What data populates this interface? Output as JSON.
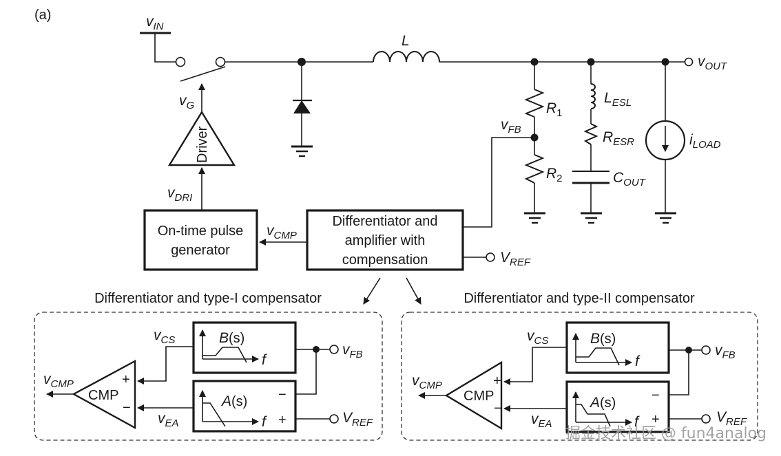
{
  "figure_label": "(a)",
  "power_stage": {
    "vin": {
      "main": "v",
      "sub": "IN"
    },
    "vg": {
      "main": "v",
      "sub": "G"
    },
    "vdri": {
      "main": "v",
      "sub": "DRI"
    },
    "driver": "Driver",
    "inductor": "L",
    "vout": {
      "main": "v",
      "sub": "OUT"
    },
    "r1": {
      "main": "R",
      "sub": "1"
    },
    "r2": {
      "main": "R",
      "sub": "2"
    },
    "vfb": {
      "main": "v",
      "sub": "FB"
    },
    "lesl": {
      "main": "L",
      "sub": "ESL"
    },
    "resr": {
      "main": "R",
      "sub": "ESR"
    },
    "cout": {
      "main": "C",
      "sub": "OUT"
    },
    "iload": {
      "main": "i",
      "sub": "LOAD"
    }
  },
  "control": {
    "pulse_gen": [
      "On-time pulse",
      "generator"
    ],
    "diff_amp": [
      "Differentiator and",
      "amplifier with",
      "compensation"
    ],
    "vcmp": {
      "main": "v",
      "sub": "CMP"
    },
    "vref": {
      "main": "V",
      "sub": "REF"
    }
  },
  "panels": [
    {
      "title": "Differentiator and type-I compensator",
      "cmp": "CMP",
      "plus": "+",
      "minus": "−",
      "vcmp": {
        "main": "v",
        "sub": "CMP"
      },
      "vcs": {
        "main": "v",
        "sub": "CS"
      },
      "vea": {
        "main": "v",
        "sub": "EA"
      },
      "vfb": {
        "main": "v",
        "sub": "FB"
      },
      "vref": {
        "main": "V",
        "sub": "REF"
      },
      "b_block": {
        "name": "B",
        "arg": "(s)",
        "axis": "f"
      },
      "a_block": {
        "name": "A",
        "arg": "(s)",
        "axis": "f",
        "minus": "−",
        "plus": "+"
      }
    },
    {
      "title": "Differentiator and type-II compensator",
      "cmp": "CMP",
      "plus": "+",
      "minus": "−",
      "vcmp": {
        "main": "v",
        "sub": "CMP"
      },
      "vcs": {
        "main": "v",
        "sub": "CS"
      },
      "vea": {
        "main": "v",
        "sub": "EA"
      },
      "vfb": {
        "main": "v",
        "sub": "FB"
      },
      "vref": {
        "main": "V",
        "sub": "REF"
      },
      "b_block": {
        "name": "B",
        "arg": "(s)",
        "axis": "f"
      },
      "a_block": {
        "name": "A",
        "arg": "(s)",
        "axis": "f",
        "minus": "−",
        "plus": "+"
      }
    }
  ],
  "watermark": "掘金技术社区 @ fun4analog"
}
